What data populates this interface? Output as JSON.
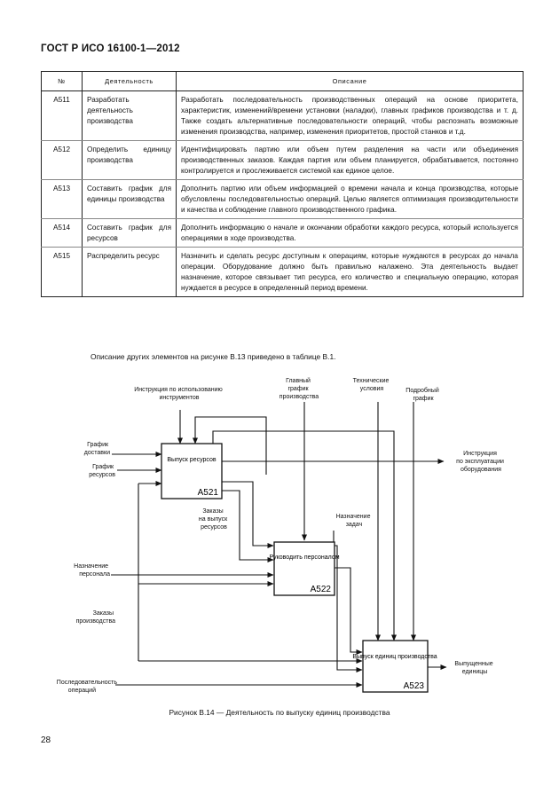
{
  "header": {
    "title": "ГОСТ Р ИСО 16100-1—2012"
  },
  "table": {
    "columns": [
      "№",
      "Деятельность",
      "Описание"
    ],
    "rows": [
      {
        "code": "A511",
        "activity": "Разработать деятельность производства",
        "description": "Разработать последовательность производственных операций на основе приоритета, характеристик, изменений/времени установки (наладки), главных графиков производства и т. д. Также создать альтернативные последовательности операций, чтобы распознать возможные изменения производства, например, изменения приоритетов, простой станков и т.д."
      },
      {
        "code": "A512",
        "activity": "Определить единицу производства",
        "description": "Идентифицировать партию или объем путем разделения на части или объединения производственных заказов. Каждая партия или объем планируется, обрабатывается, постоянно контролируется и прослеживается системой как единое целое."
      },
      {
        "code": "A513",
        "activity": "Составить график для единицы производства",
        "description": "Дополнить партию или объем информацией о времени начала и конца производства, которые обусловлены последовательностью операций. Целью является оптимизация производительности и качества и соблюдение главного производственного графика."
      },
      {
        "code": "A514",
        "activity": "Составить график для ресурсов",
        "description": "Дополнить информацию о начале и окончании обработки каждого ресурса, который используется операциями в ходе производства."
      },
      {
        "code": "A515",
        "activity": "Распределить ресурс",
        "description": "Назначить и сделать ресурс доступным к операциям, которые нуждаются в ресурсах до начала операции. Оборудование должно быть правильно налажено. Эта деятельность выдает назначение, которое связывает тип ресурса, его количество и специальную операцию, которая нуждается в ресурсе в определенный период времени."
      }
    ]
  },
  "note": "Описание других элементов на рисунке В.13 приведено в таблице В.1.",
  "diagram": {
    "boxes": [
      {
        "title": "Выпуск ресурсов",
        "code": "A521"
      },
      {
        "title": "Руководить персоналом",
        "code": "A522"
      },
      {
        "title": "Выпуск единиц производства",
        "code": "A523"
      }
    ],
    "labels": {
      "instr_tools": [
        "Инструкция по использованию",
        "инструментов"
      ],
      "master_schedule": [
        "Главный",
        "график",
        "производства"
      ],
      "tech_conditions": [
        "Технические",
        "условия"
      ],
      "detailed_schedule": [
        "Подробный",
        "график"
      ],
      "delivery_schedule": [
        "График",
        "доставки"
      ],
      "resource_schedule": [
        "График",
        "ресурсов"
      ],
      "instr_operation": [
        "Инструкция",
        "по эксплуатации",
        "оборудования"
      ],
      "resource_orders": [
        "Заказы",
        "на выпуск",
        "ресурсов"
      ],
      "task_assignment": [
        "Назначение",
        "задач"
      ],
      "staff_assignment": [
        "Назначение",
        "персонала"
      ],
      "production_orders": [
        "Заказы",
        "производства"
      ],
      "operation_sequence": [
        "Последовательность",
        "операций"
      ],
      "produced_units": [
        "Выпущенные",
        "единицы"
      ]
    }
  },
  "caption": "Рисунок В.14 — Деятельность по выпуску единиц производства",
  "page_number": "28"
}
